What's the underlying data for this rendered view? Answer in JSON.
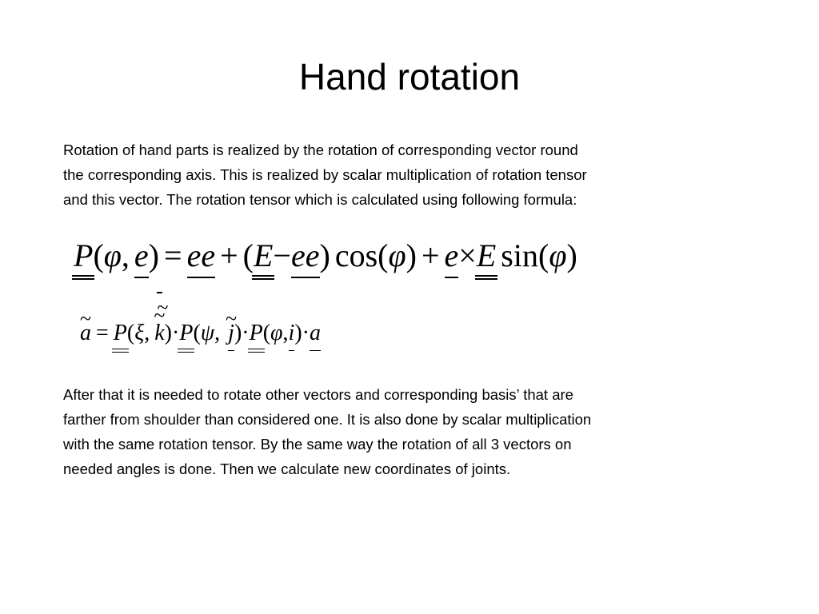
{
  "slide": {
    "title": "Hand rotation",
    "paragraph1": [
      "Rotation of hand parts is realized by  the rotation of corresponding vector round",
      "the corresponding axis. This is realized by scalar multiplication of rotation tensor",
      "and this vector. The rotation tensor which is calculated using following formula:"
    ],
    "paragraph2": [
      "After that it is needed to rotate other vectors  and corresponding  basis’ that are",
      "farther from shoulder than considered one. It is also done by scalar multiplication",
      "with the same rotation tensor. By the same way the rotation of all 3 vectors on",
      "needed angles is done. Then we calculate new coordinates of joints."
    ]
  },
  "formula1": {
    "P": "P",
    "lp": "(",
    "phi": "φ",
    "comma": ",",
    "e": "e",
    "rp": ")",
    "eq": "=",
    "ee1": "e",
    "ee2": "e",
    "plus": "+",
    "lp2": "(",
    "E": "E",
    "minus": "−",
    "ee3": "e",
    "ee4": "e",
    "rp2": ")",
    "cos": "cos",
    "lp3": "(",
    "phi2": "φ",
    "rp3": ")",
    "plus2": "+",
    "e2": "e",
    "times": "×",
    "E2": "E",
    "sin": "sin",
    "lp4": "(",
    "phi3": "φ",
    "rp4": ")"
  },
  "formula2": {
    "a": "a",
    "eq": "=",
    "P1": "P",
    "lp1": "(",
    "xi": "ξ",
    "c1": ",",
    "k": "k",
    "rp1": ")",
    "dot1": "·",
    "P2": "P",
    "lp2": "(",
    "psi": "ψ",
    "c2": ",",
    "j": "j",
    "rp2": ")",
    "dot2": "·",
    "P3": "P",
    "lp3": "(",
    "phi": "φ",
    "c3": ",",
    "i": "i",
    "rp3": ")",
    "dot3": "·",
    "a2": "a"
  }
}
